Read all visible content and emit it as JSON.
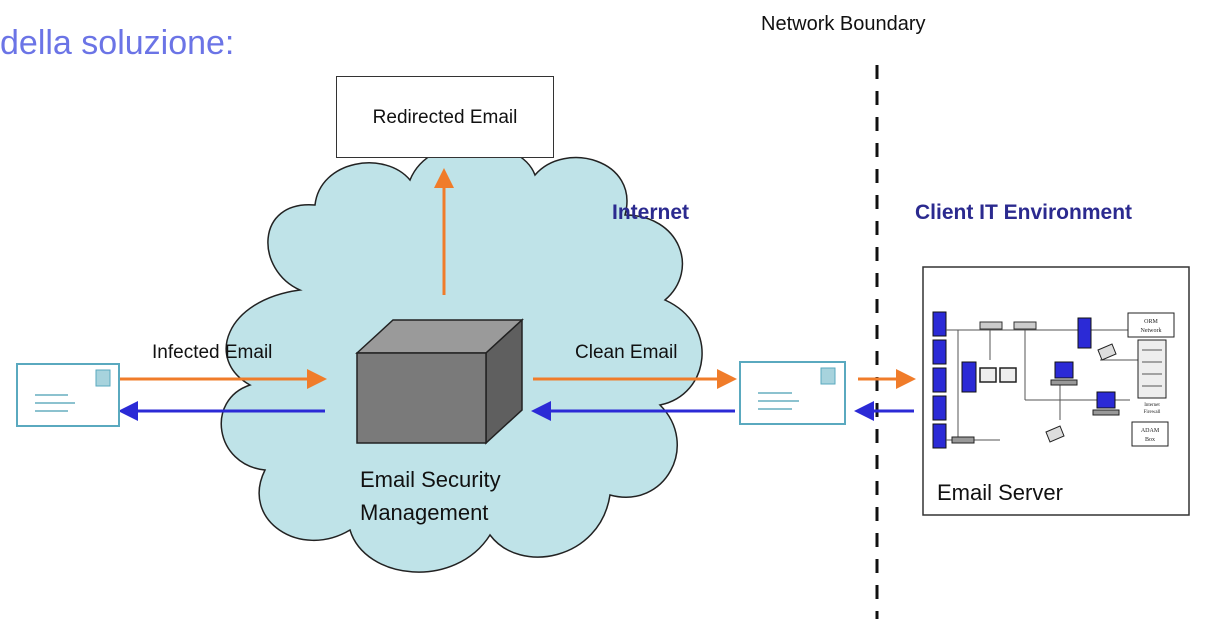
{
  "heading": "della soluzione:",
  "labels": {
    "network_boundary": "Network Boundary",
    "redirected_email": "Redirected Email",
    "internet": "Internet",
    "client_it_environment": "Client IT Environment",
    "infected_email": "Infected Email",
    "clean_email": "Clean Email",
    "email_security_line1": "Email Security",
    "email_security_line2": "Management",
    "email_server": "Email Server"
  },
  "network_inset": {
    "label_top": "ORM",
    "label_top2": "Network",
    "label_mid": "Internet",
    "label_mid2": "Firewall",
    "label_bottom": "ADAM",
    "label_bottom2": "Box"
  },
  "colors": {
    "heading": "#6b74e6",
    "cloud_fill": "#bfe3e8",
    "orange_arrow": "#f07c2a",
    "blue_arrow": "#2b2ad6",
    "envelope": "#5aa9bf",
    "label_blue": "#2b2a8f",
    "box_face": "#7a7a7a"
  }
}
